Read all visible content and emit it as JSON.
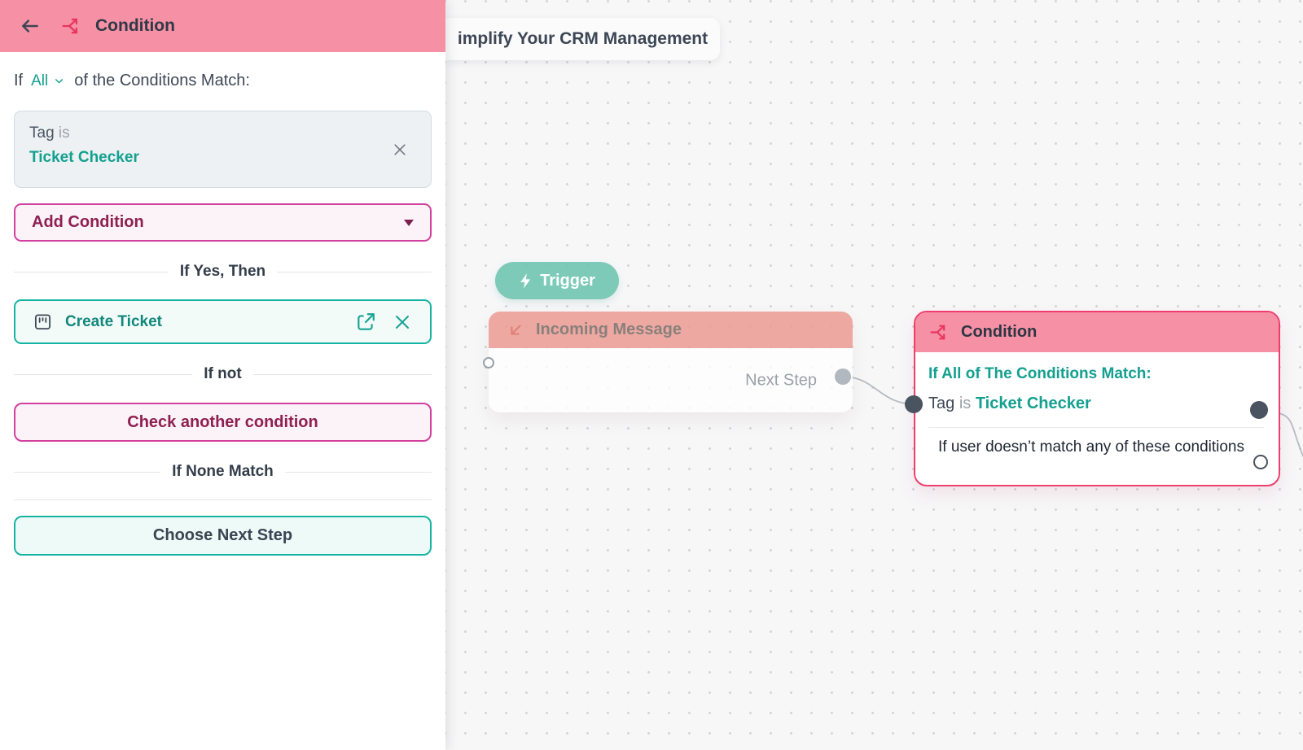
{
  "colors": {
    "pink_header": "#f690a5",
    "pink_border": "#ef3e6e",
    "magenta": "#d23f9e",
    "magenta_dark": "#8e2052",
    "teal": "#14a08f",
    "teal_border": "#17b3a2",
    "trigger_bg": "#71c5b1",
    "salmon": "#ec9a93",
    "slate": "#3c4654"
  },
  "sidebar": {
    "header": {
      "title": "Condition"
    },
    "match_row": {
      "prefix": "If",
      "selector_value": "All",
      "suffix": "of the Conditions Match:"
    },
    "condition_card": {
      "field": "Tag",
      "operator": "is",
      "value": "Ticket Checker"
    },
    "add_condition_label": "Add Condition",
    "section_if_yes": "If Yes, Then",
    "create_ticket_label": "Create Ticket",
    "section_if_not": "If not",
    "check_another_label": "Check another condition",
    "section_if_none": "If None Match",
    "choose_next_label": "Choose Next Step"
  },
  "canvas": {
    "title": "implify Your CRM Management",
    "trigger_label": "Trigger",
    "incoming_node": {
      "title": "Incoming Message",
      "next_step_label": "Next Step"
    },
    "condition_node": {
      "title": "Condition",
      "match_line": "If All of The Conditions Match:",
      "rule": {
        "field": "Tag",
        "operator": "is",
        "value": "Ticket Checker"
      },
      "fallback": "If user doesn’t match any of these conditions"
    }
  }
}
